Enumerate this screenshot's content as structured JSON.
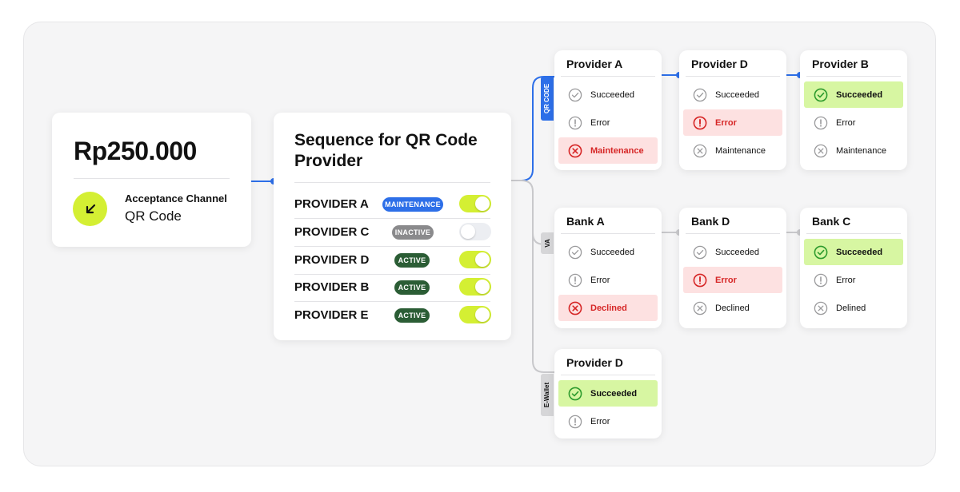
{
  "amount": {
    "value": "Rp250.000",
    "channel_label": "Acceptance Channel",
    "channel_value": "QR Code",
    "icon": "arrow-down-left-icon"
  },
  "sequence": {
    "title": "Sequence for QR Code Provider",
    "rows": [
      {
        "name": "PROVIDER A",
        "status": "MAINTENANCE",
        "enabled": true
      },
      {
        "name": "PROVIDER C",
        "status": "INACTIVE",
        "enabled": false
      },
      {
        "name": "PROVIDER D",
        "status": "ACTIVE",
        "enabled": true
      },
      {
        "name": "PROVIDER B",
        "status": "ACTIVE",
        "enabled": true
      },
      {
        "name": "PROVIDER E",
        "status": "ACTIVE",
        "enabled": true
      }
    ]
  },
  "channels": {
    "qr": "QR CODE",
    "va": "VA",
    "ewallet": "E-Wallet"
  },
  "cards": {
    "qr_a": {
      "title": "Provider A",
      "rows": [
        {
          "label": "Succeeded",
          "state": "neutral",
          "icon": "check-circle-icon"
        },
        {
          "label": "Error",
          "state": "neutral",
          "icon": "exclamation-circle-icon"
        },
        {
          "label": "Maintenance",
          "state": "error",
          "icon": "x-circle-icon"
        }
      ]
    },
    "qr_d": {
      "title": "Provider D",
      "rows": [
        {
          "label": "Succeeded",
          "state": "neutral",
          "icon": "check-circle-icon"
        },
        {
          "label": "Error",
          "state": "error",
          "icon": "exclamation-circle-icon"
        },
        {
          "label": "Maintenance",
          "state": "neutral",
          "icon": "x-circle-icon"
        }
      ]
    },
    "qr_b": {
      "title": "Provider B",
      "rows": [
        {
          "label": "Succeeded",
          "state": "success",
          "icon": "check-circle-icon"
        },
        {
          "label": "Error",
          "state": "neutral",
          "icon": "exclamation-circle-icon"
        },
        {
          "label": "Maintenance",
          "state": "neutral",
          "icon": "x-circle-icon"
        }
      ]
    },
    "va_a": {
      "title": "Bank A",
      "rows": [
        {
          "label": "Succeeded",
          "state": "neutral",
          "icon": "check-circle-icon"
        },
        {
          "label": "Error",
          "state": "neutral",
          "icon": "exclamation-circle-icon"
        },
        {
          "label": "Declined",
          "state": "error",
          "icon": "x-circle-icon"
        }
      ]
    },
    "va_d": {
      "title": "Bank D",
      "rows": [
        {
          "label": "Succeeded",
          "state": "neutral",
          "icon": "check-circle-icon"
        },
        {
          "label": "Error",
          "state": "error",
          "icon": "exclamation-circle-icon"
        },
        {
          "label": "Declined",
          "state": "neutral",
          "icon": "x-circle-icon"
        }
      ]
    },
    "va_c": {
      "title": "Bank C",
      "rows": [
        {
          "label": "Succeeded",
          "state": "success",
          "icon": "check-circle-icon"
        },
        {
          "label": "Error",
          "state": "neutral",
          "icon": "exclamation-circle-icon"
        },
        {
          "label": "Delined",
          "state": "neutral",
          "icon": "x-circle-icon"
        }
      ]
    },
    "ew_d": {
      "title": "Provider D",
      "rows": [
        {
          "label": "Succeeded",
          "state": "success",
          "icon": "check-circle-icon"
        },
        {
          "label": "Error",
          "state": "neutral",
          "icon": "exclamation-circle-icon"
        }
      ]
    }
  },
  "colors": {
    "accent_lime": "#d4ef33",
    "accent_blue": "#2d6fe8",
    "active_green": "#2b5d35",
    "inactive_gray": "#8a8a8c",
    "success_bg": "#d7f6a2",
    "success_fg": "#2e9b2e",
    "error_bg": "#fde1e1",
    "error_fg": "#d62626",
    "neutral_icon": "#9a9a9c",
    "connector_gray": "#c8c8cb"
  }
}
